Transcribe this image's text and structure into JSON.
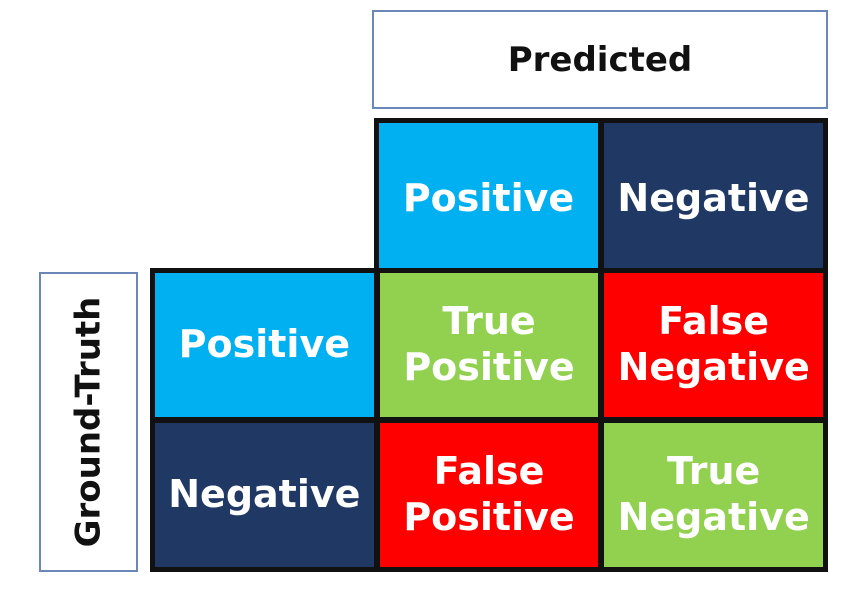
{
  "predicted_label": "Predicted",
  "ground_truth_label": "Ground-Truth",
  "column_headers": [
    {
      "text": "Positive",
      "color": "#00b0f0"
    },
    {
      "text": "Negative",
      "color": "#1f3864"
    }
  ],
  "row_headers": [
    {
      "text": "Positive",
      "color": "#00b0f0"
    },
    {
      "text": "Negative",
      "color": "#1f3864"
    }
  ],
  "cells": [
    {
      "line1": "True",
      "line2": "Positive",
      "color": "#92d050"
    },
    {
      "line1": "False",
      "line2": "Negative",
      "color": "#ff0000"
    },
    {
      "line1": "False",
      "line2": "Positive",
      "color": "#ff0000"
    },
    {
      "line1": "True",
      "line2": "Negative",
      "color": "#92d050"
    }
  ]
}
